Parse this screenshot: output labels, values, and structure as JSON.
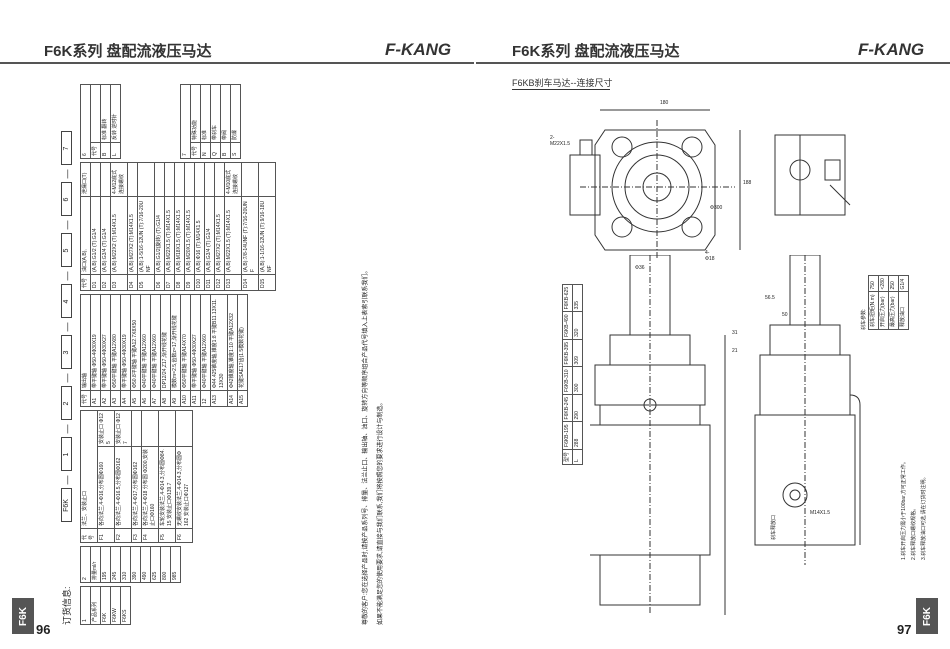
{
  "left_page": {
    "header_title": "F6K系列 盘配流液压马达",
    "brand": "F-KANG",
    "page_number": "96",
    "side_tab": "F6K",
    "order_heading": "订货信息:",
    "code_boxes": [
      "F6K",
      "1",
      "2",
      "3",
      "4",
      "5",
      "6",
      "7"
    ],
    "table1": {
      "col": "1",
      "header": "产品系列",
      "rows": [
        "F6K",
        "F6KW",
        "F6KS"
      ]
    },
    "table2": {
      "col": "2",
      "header": "排量ml/r",
      "rows": [
        "195",
        "245",
        "310",
        "390",
        "490",
        "625",
        "800",
        "985"
      ]
    },
    "table3": {
      "col": "3",
      "header_code": "代号",
      "header": "法兰、安装止口",
      "rows": [
        {
          "code": "F1",
          "text": "各向法兰,4-Φ16,分布圆Φ160",
          "sub": "a",
          "extra": "安装止口 Φ125"
        },
        {
          "code": "F2",
          "text": "各向法兰,4-Φ16.5,分布圆Φ162",
          "sub": "b",
          "extra": "安装止口 Φ127"
        },
        {
          "code": "F3",
          "text": "各向法兰,4-Φ17,分布圆Φ162",
          "sub": "",
          "extra": ""
        },
        {
          "code": "F4",
          "text": "各向法兰,4-Φ18 分布圆 Φ200,安装止口Φ160",
          "sub": "",
          "extra": ""
        },
        {
          "code": "F5",
          "text": "车轮安装法兰,4-Φ14.3,分布圆Φ84.15 安装止口Φ139.7",
          "sub": "",
          "extra": ""
        },
        {
          "code": "F6",
          "text": "无螺纹安装法兰,4-Φ14.3,分布圆Φ162 安装止口Φ127",
          "sub": "",
          "extra": ""
        }
      ]
    },
    "table4": {
      "col": "4",
      "header_code": "代号",
      "header": "输出轴",
      "rows": [
        {
          "code": "A1",
          "text": "带平键轴 Φ50-4Ф30X19"
        },
        {
          "code": "A2",
          "text": "带平键轴 Φ50-4Ф30X27"
        },
        {
          "code": "A3",
          "text": "Φ50平键轴 平键A12X80"
        },
        {
          "code": "A4",
          "text": "带平键轴 Φ50-4Ф30X19"
        },
        {
          "code": "A5",
          "text": "Φ50.8平键轴 平键A12.7X8X50"
        },
        {
          "code": "A6",
          "text": "Φ40平键轴 平键A12X60"
        },
        {
          "code": "A7",
          "text": "Φ40平键轴 平键A12X60"
        },
        {
          "code": "A8",
          "text": "DP12/24,Z17,渐开线花键"
        },
        {
          "code": "A9",
          "text": "模数m=2.5,齿数z=17,渐开线花键"
        },
        {
          "code": "A10",
          "text": "Φ50平键轴 平键A14X70"
        },
        {
          "code": "A11",
          "text": "带平键轴 Φ50-4Ф30X27"
        },
        {
          "code": "12",
          "text": "Φ40平键轴 平键A12X60"
        },
        {
          "code": "A13",
          "text": "Φ44.425锥度轴,锥度1:8 平键B11.13X11.13X30"
        },
        {
          "code": "A14",
          "text": "Φ42锥度轴,锥度1:10 平键A12X32"
        },
        {
          "code": "A15",
          "text": "花键SAE17齿(1.5模数花键)"
        }
      ]
    },
    "table5": {
      "col": "5",
      "header_code": "代号",
      "header_port": "油口(A,B),",
      "header_drain": "泄漏口(T)",
      "rows": [
        {
          "code": "D1",
          "text": "(A,B):G1/2   (T):G1/4"
        },
        {
          "code": "D2",
          "text": "(A,B):G3/4   (T):G1/4"
        },
        {
          "code": "D3",
          "text": "(A,B):M22X2   (T):M14X1.5"
        },
        {
          "code": "D4",
          "text": "(A,B):M27X2   (T):M14X1.5"
        },
        {
          "code": "D5",
          "text": "(A,B):1-5/16-12UN (T):7/16-20UNF"
        },
        {
          "code": "D6",
          "text": "(A,B):G1/2(旋转) (T):G1/4"
        },
        {
          "code": "D7",
          "text": "(A,B):M22X1.5 (T):M14X1.5"
        },
        {
          "code": "D8",
          "text": "(A,B):M18X1.5 (T):M14X1.5"
        },
        {
          "code": "D9",
          "text": "(A,B):M20X1.5 (T):M14X1.5"
        },
        {
          "code": "D10",
          "text": "(A,B):Φ16   (T):M14X1.5"
        },
        {
          "code": "D11",
          "text": "(A,B):G3/4   (T):G1/4"
        },
        {
          "code": "D12",
          "text": "(A,B):M27X2  (T):M14X1.5"
        },
        {
          "code": "D13",
          "text": "(A,B):M22X1.5 (T):M14X1.5"
        },
        {
          "code": "D14",
          "text": "(A,B):7/8-14UNF (T):7/16-20UNF"
        },
        {
          "code": "D15",
          "text": "(A,B):1-1/16-12UN (T):9/16-18UNF"
        }
      ],
      "group1": "4-M12底式连接螺纹",
      "group2": "4-M10底式连接螺纹"
    },
    "table6": {
      "col": "6",
      "header_code": "代号",
      "rows": [
        {
          "code": "B",
          "text": "标准 翻转"
        },
        {
          "code": "L",
          "text": "反转 逆时针"
        }
      ]
    },
    "table7": {
      "col": "7",
      "header_code": "代号",
      "header": "特殊功能",
      "rows": [
        {
          "code": "N",
          "text": "标准"
        },
        {
          "code": "Q",
          "text": "带刹车"
        },
        {
          "code": "B",
          "text": "带阀"
        },
        {
          "code": "S",
          "text": "防爆"
        }
      ]
    },
    "notes": [
      "尊敬的客户:您在选择产品时,请按产品系列号、排量、法兰止口、输出轴、油口、旋转方向等顺序组合产品代号填入上表索引联系我们。",
      "如果不能满足您的使用要求,请直接与我们联系,我们将按照您的要求进行设计与制造。"
    ]
  },
  "right_page": {
    "header_title": "F6K系列 盘配流液压马达",
    "brand": "F-KANG",
    "page_number": "97",
    "side_tab": "F6K",
    "section_title": "F6KB刹车马达--连接尺寸",
    "dims": [
      "180",
      "2-M22X1.5",
      "Φ300",
      "4-Φ18",
      "188",
      "31",
      "21",
      "56.5",
      "50",
      "Φ36",
      "M14X1.5"
    ],
    "length_table": {
      "header": "型号",
      "models": [
        "F6KB-195",
        "F6KB-245",
        "F6KB-310",
        "F6KB-395",
        "F6KB-490",
        "F6KB-625"
      ],
      "row_label": "L",
      "values": [
        "288",
        "290",
        "300",
        "309",
        "320",
        "335"
      ]
    },
    "brake_table": {
      "header": "刹车参数:",
      "rows": [
        [
          "刹车扭矩(N.m)",
          "750"
        ],
        [
          "开启压力(bar)",
          "<280"
        ],
        [
          "最高压力(bar)",
          "250"
        ],
        [
          "释放油口",
          "G1/4"
        ]
      ]
    },
    "notes": [
      "1.刹车开启压力需小于100bar,方可正常工作。",
      "2.刹车释放口螺纹规格。",
      "3.刹车释放油口可选,请在订货时注明。"
    ],
    "port_label": "刹车释放口"
  }
}
